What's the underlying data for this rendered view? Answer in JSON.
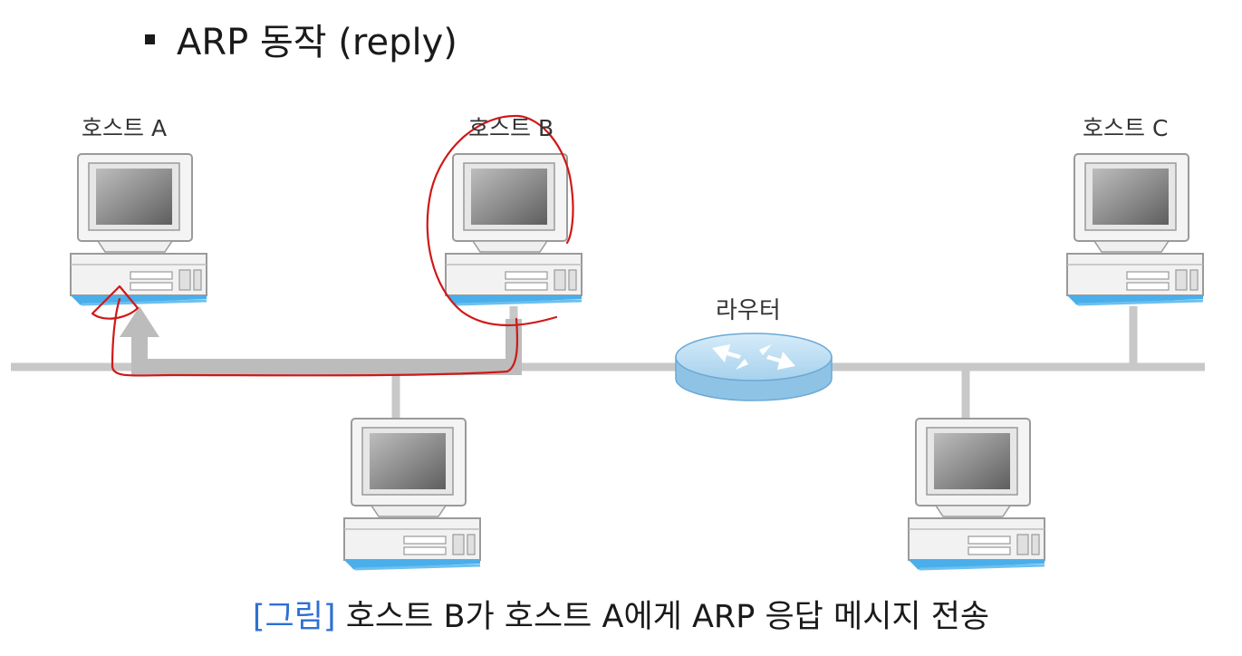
{
  "slide": {
    "title": "ARP 동작 (reply)"
  },
  "diagram": {
    "hosts": {
      "a": "호스트 A",
      "b": "호스트 B",
      "c": "호스트 C"
    },
    "router": "라우터"
  },
  "caption": {
    "tag": "[그림]",
    "text": "호스트 B가 호스트 A에게 ARP 응답 메시지 전송"
  },
  "colors": {
    "line": "#c8c8c8",
    "router": "#a9d3ee",
    "accent": "#2f6fd6",
    "annotation": "#d01818"
  }
}
